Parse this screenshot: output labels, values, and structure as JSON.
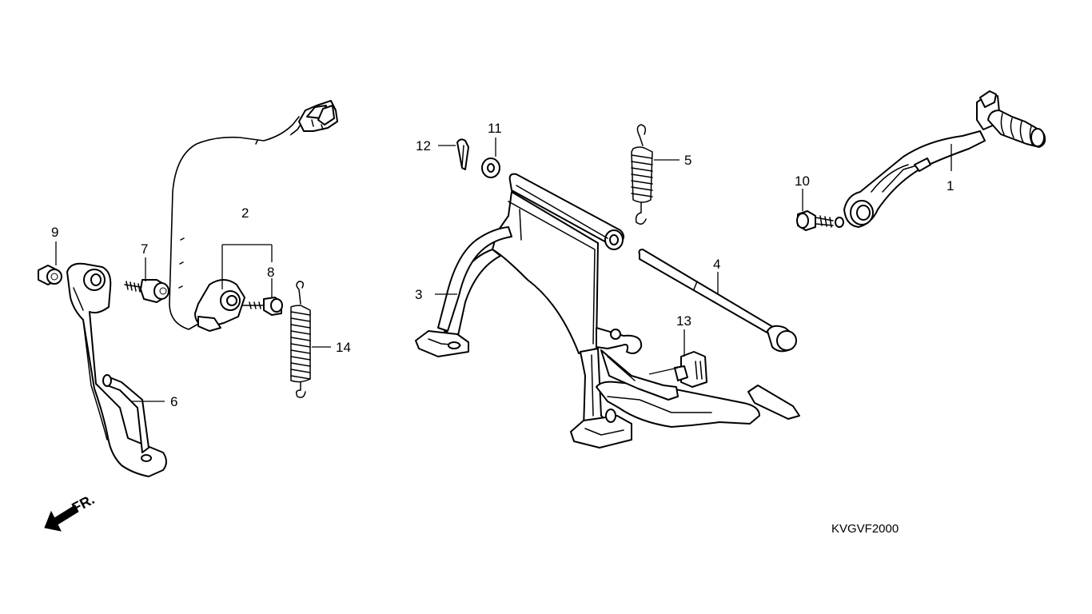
{
  "diagram_code": "KVGVF2000",
  "front_marker": "FR.",
  "callouts": {
    "c1": "1",
    "c2": "2",
    "c3": "3",
    "c4": "4",
    "c5": "5",
    "c6": "6",
    "c7": "7",
    "c8": "8",
    "c9": "9",
    "c10": "10",
    "c11": "11",
    "c12": "12",
    "c13": "13",
    "c14": "14"
  }
}
